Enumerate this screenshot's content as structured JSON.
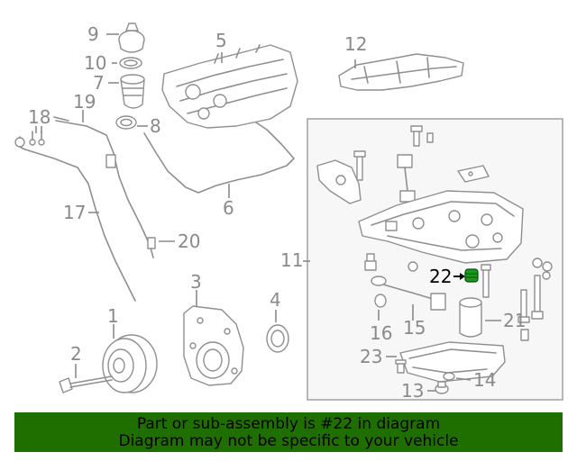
{
  "callouts": {
    "c1": "1",
    "c2": "2",
    "c3": "3",
    "c4": "4",
    "c5": "5",
    "c6": "6",
    "c7": "7",
    "c8": "8",
    "c9": "9",
    "c10": "10",
    "c11": "11",
    "c12": "12",
    "c13": "13",
    "c14": "14",
    "c15": "15",
    "c16": "16",
    "c17": "17",
    "c18": "18",
    "c19": "19",
    "c20": "20",
    "c21": "21",
    "c22": "22",
    "c23": "23"
  },
  "highlight": {
    "part": "22",
    "color": "#1a9a1a"
  },
  "banner": {
    "line1": "Part or sub-assembly is #22 in diagram",
    "line2": "Diagram may not be specific to your vehicle",
    "background": "#1e6e00"
  }
}
